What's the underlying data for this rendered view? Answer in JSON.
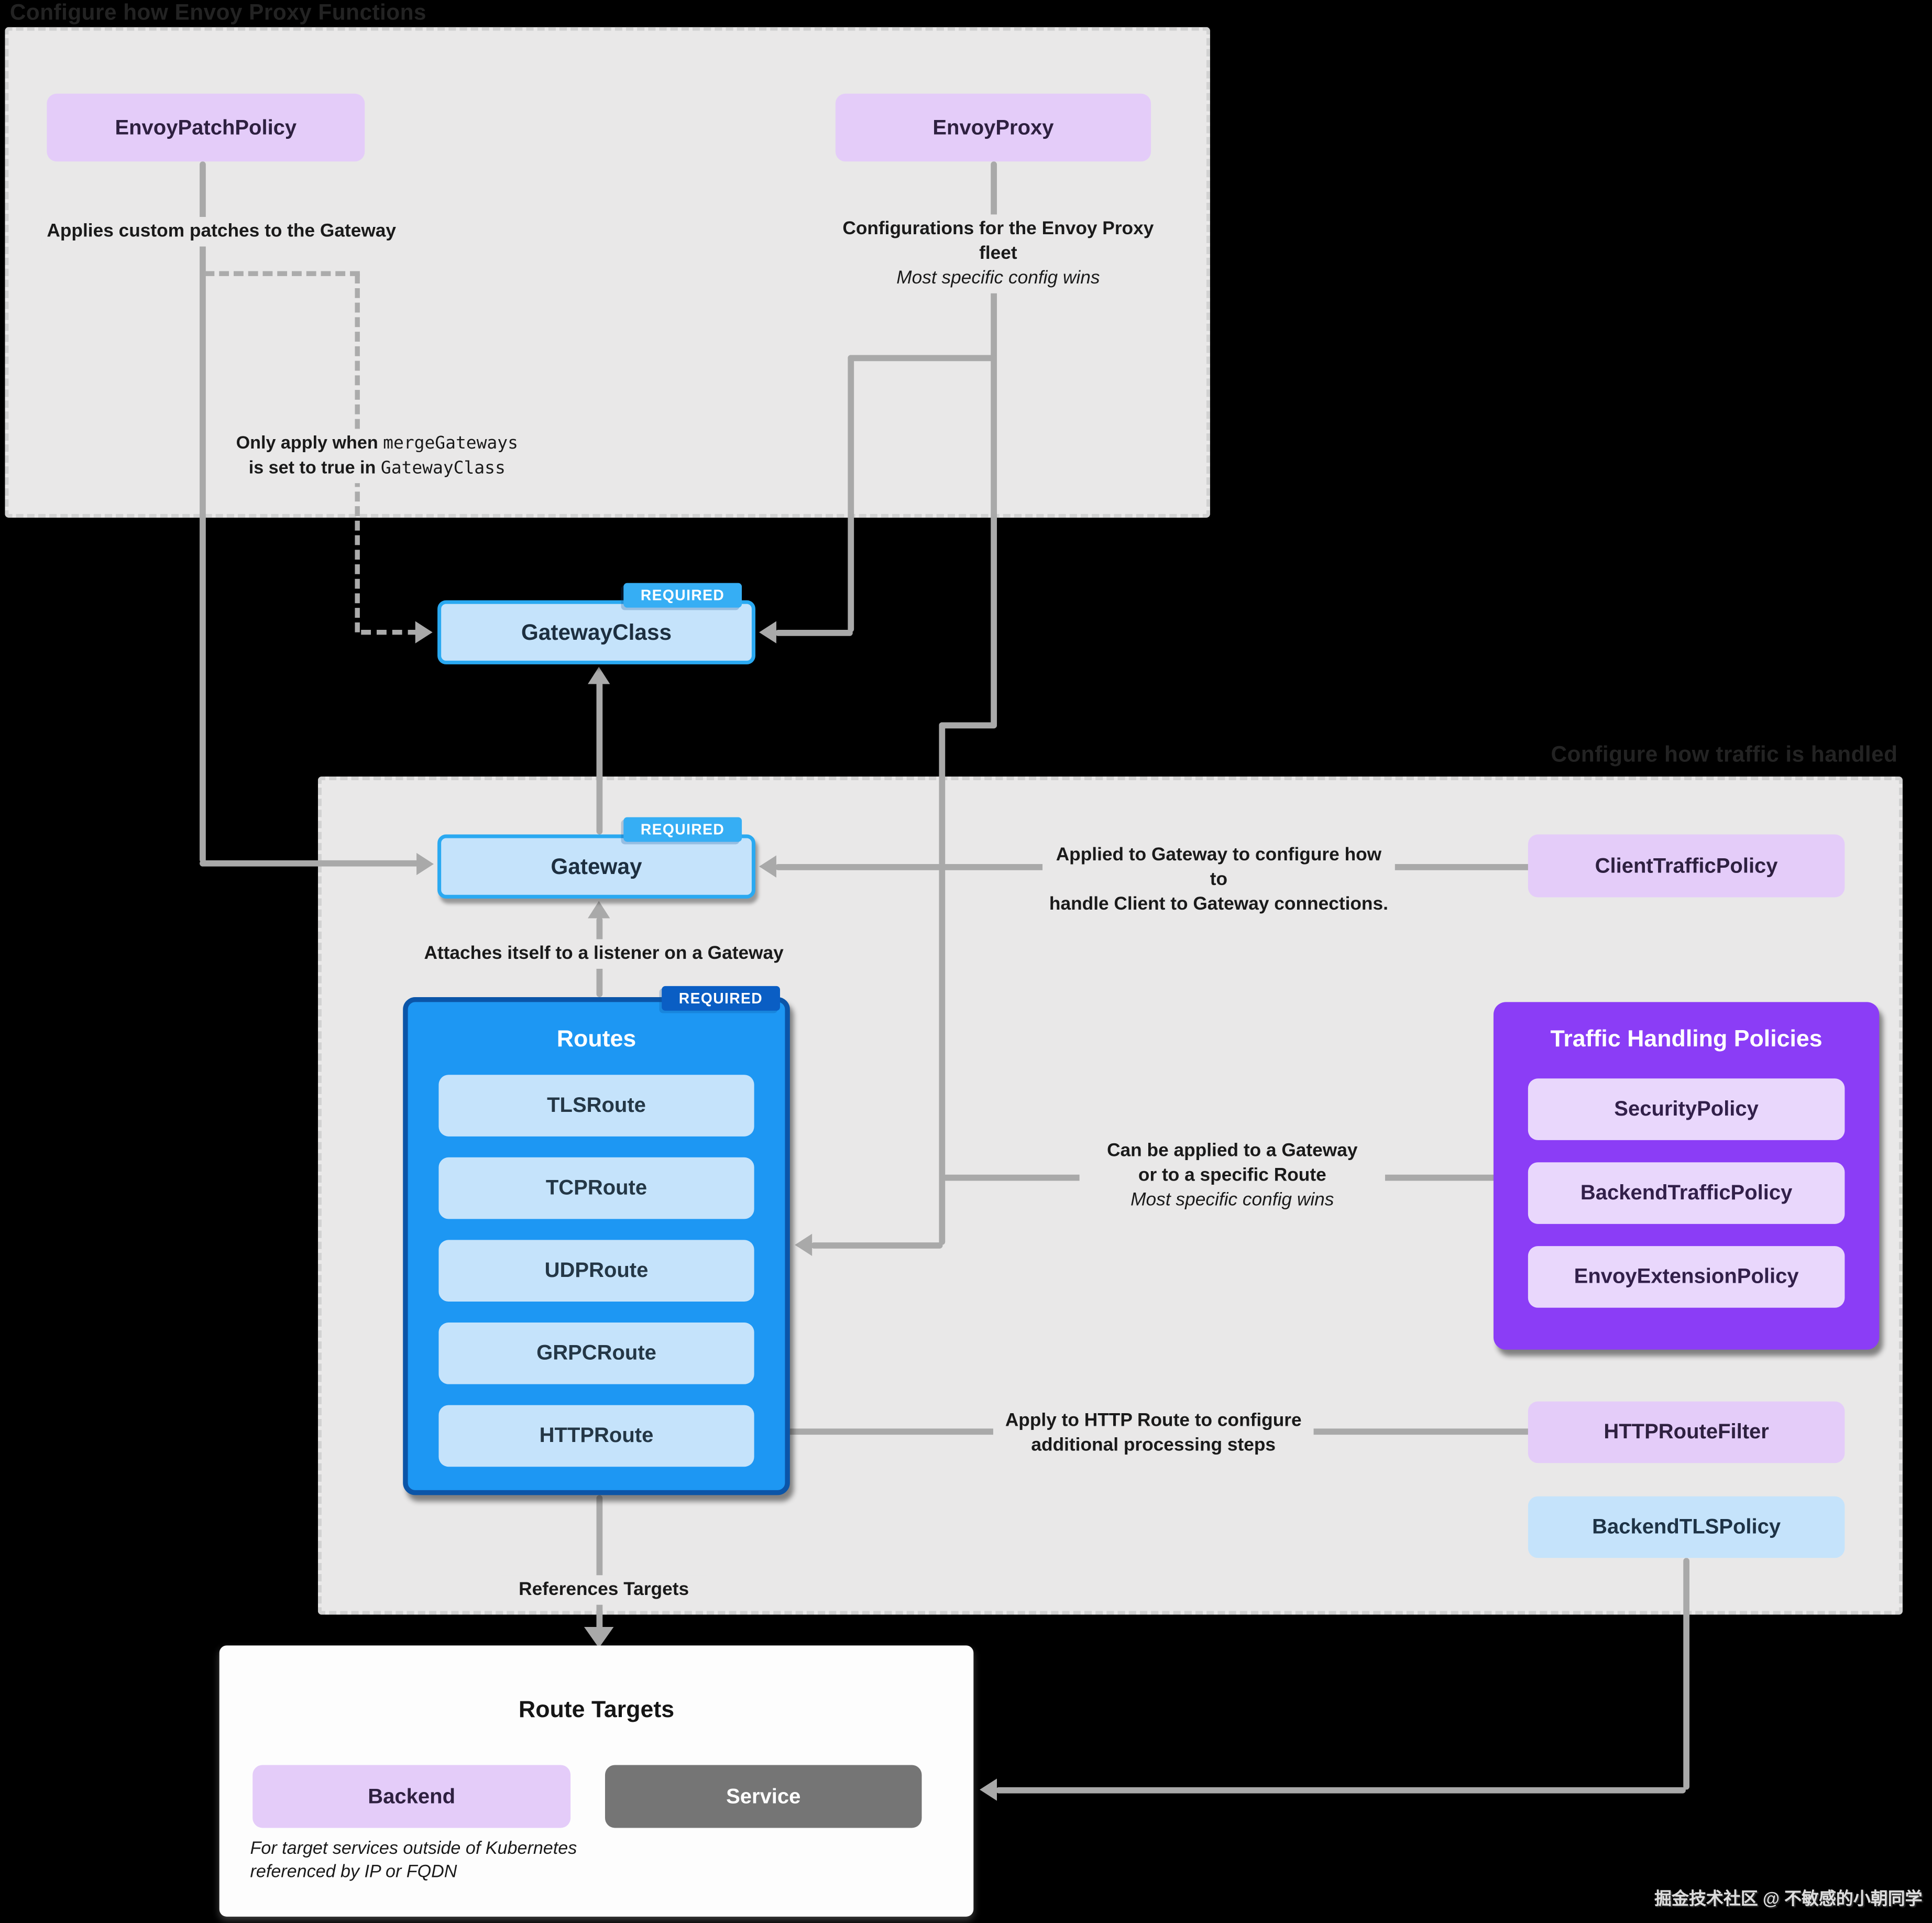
{
  "page": {
    "watermark": "掘金技术社区 @ 不敏感的小朝同学"
  },
  "colors": {
    "background": "#000000",
    "section_bg": "#e9e8e8",
    "purple_node": "#e4ccf9",
    "light_blue_node": "#c5e3fb",
    "required_border_blue": "#2aa9f1",
    "required_badge_blue": "#36aef4",
    "routes_container_bg": "#1d97f3",
    "routes_border_navy": "#0b55a8",
    "routes_badge_navy": "#0a5ec4",
    "policies_container_bg": "#8b3df6",
    "policy_item_bg": "#e9d7fc",
    "service_gray": "#757575",
    "arrow_gray": "#a9a9a9"
  },
  "proxy_functions_section": {
    "title": "Configure how Envoy Proxy Functions",
    "envoy_patch_policy": {
      "label": "EnvoyPatchPolicy",
      "note": "Applies custom patches to the Gateway",
      "merge_note": {
        "pre": "Only apply when ",
        "code1": "mergeGateways",
        "mid": "is set to true in ",
        "code2": "GatewayClass"
      }
    },
    "envoy_proxy": {
      "label": "EnvoyProxy",
      "note_line1": "Configurations for the Envoy Proxy fleet",
      "note_italic": "Most specific config wins"
    }
  },
  "gateway_class": {
    "label": "GatewayClass",
    "badge": "REQUIRED"
  },
  "traffic_section": {
    "title": "Configure how traffic is handled",
    "gateway": {
      "label": "Gateway",
      "badge": "REQUIRED",
      "attach_note": "Attaches itself to a listener on a Gateway"
    },
    "client_traffic_policy": {
      "label": "ClientTrafficPolicy",
      "note_line1": "Applied to Gateway to configure how to",
      "note_line2": "handle Client to Gateway connections."
    },
    "routes": {
      "title": "Routes",
      "badge": "REQUIRED",
      "items": [
        "TLSRoute",
        "TCPRoute",
        "UDPRoute",
        "GRPCRoute",
        "HTTPRoute"
      ]
    },
    "policies": {
      "title": "Traffic Handling Policies",
      "items": [
        "SecurityPolicy",
        "BackendTrafficPolicy",
        "EnvoyExtensionPolicy"
      ],
      "note_line1": "Can be applied to a Gateway",
      "note_line2": "or to a specific Route",
      "note_italic": "Most specific config wins"
    },
    "http_route_filter": {
      "label": "HTTPRouteFilter",
      "note_line1": "Apply to HTTP Route to configure",
      "note_line2": "additional processing steps"
    },
    "backend_tls_policy": {
      "label": "BackendTLSPolicy"
    },
    "references_note": "References Targets"
  },
  "route_targets": {
    "title": "Route Targets",
    "backend": {
      "label": "Backend"
    },
    "service": {
      "label": "Service"
    },
    "note_line1": "For target services outside of Kubernetes",
    "note_line2": "referenced by IP or FQDN"
  }
}
